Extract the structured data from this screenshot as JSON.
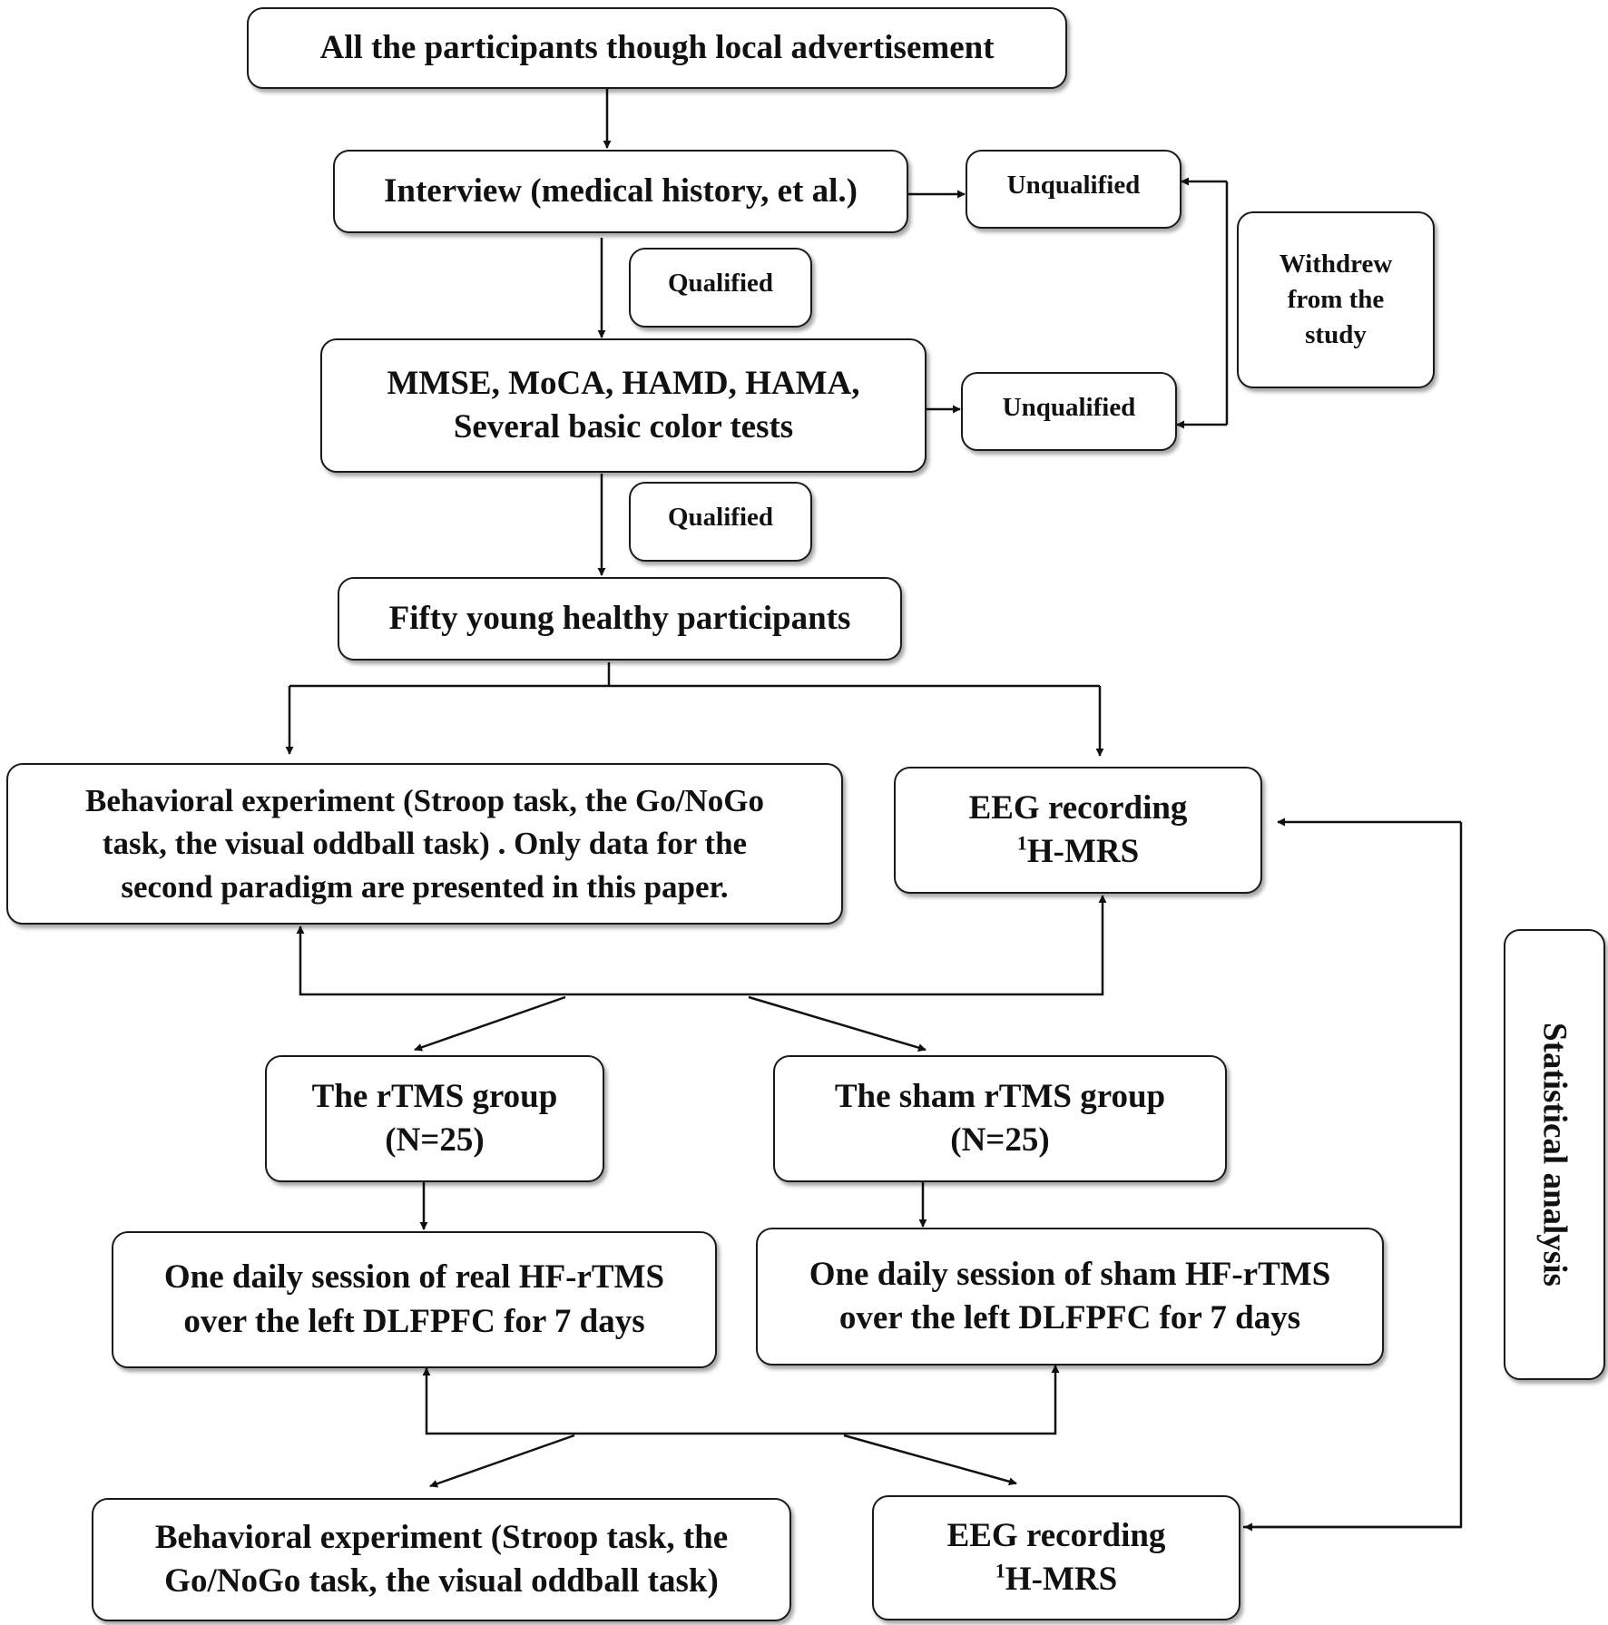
{
  "nodes": {
    "start": "All the participants though local advertisement",
    "interview": "Interview (medical history, et al.)",
    "unqualified_1": "Unqualified",
    "qualified_1": "Qualified",
    "withdrew": [
      "Withdrew",
      "from the",
      "study"
    ],
    "screening": [
      "MMSE, MoCA, HAMD, HAMA,",
      "Several basic color tests"
    ],
    "unqualified_2": "Unqualified",
    "qualified_2": "Qualified",
    "fifty": "Fifty young healthy participants",
    "behavioral_pre": [
      "Behavioral experiment (Stroop task, the Go/NoGo",
      "task, the visual oddball task) . Only data for the",
      "second paradigm are presented in this paper."
    ],
    "eeg_pre": {
      "line1": "EEG recording",
      "sup": "1",
      "line2": "H-MRS"
    },
    "rtms_group": [
      "The rTMS group",
      "(N=25)"
    ],
    "sham_group": [
      "The sham rTMS group",
      "(N=25)"
    ],
    "real_session": [
      "One daily session of real HF-rTMS",
      "over the left DLFPFC for 7 days"
    ],
    "sham_session": [
      "One daily session of sham HF-rTMS",
      "over the left DLFPFC for 7 days"
    ],
    "behavioral_post": [
      "Behavioral experiment (Stroop task, the",
      "Go/NoGo task, the visual oddball task)"
    ],
    "eeg_post": {
      "line1": "EEG recording",
      "sup": "1",
      "line2": "H-MRS"
    },
    "statistical": "Statistical analysis"
  }
}
